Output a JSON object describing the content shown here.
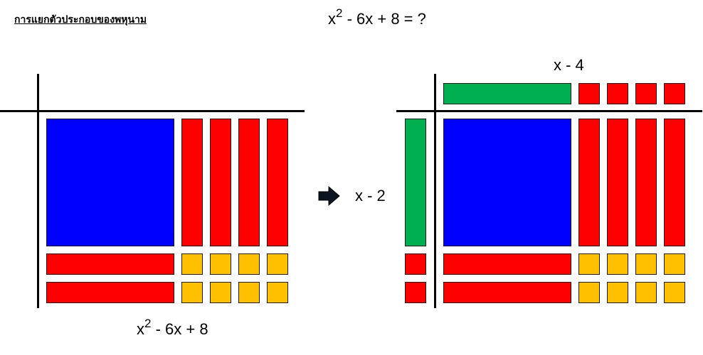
{
  "heading": "การแยกตัวประกอบของพหุนาม",
  "title_equation": {
    "base": "x",
    "exponent": "2",
    "rest": " - 6x + 8 = ?"
  },
  "bottom_equation": {
    "base": "x",
    "exponent": "2",
    "rest": " - 6x + 8"
  },
  "factor_top": "x - 4",
  "factor_side": "x - 2",
  "colors": {
    "x_squared": "#0000ff",
    "x_tile": "#ff0000",
    "unit_tile": "#ffc000",
    "factor_x_tile": "#00b050"
  },
  "icons": {
    "arrow": "right-arrow-icon"
  }
}
